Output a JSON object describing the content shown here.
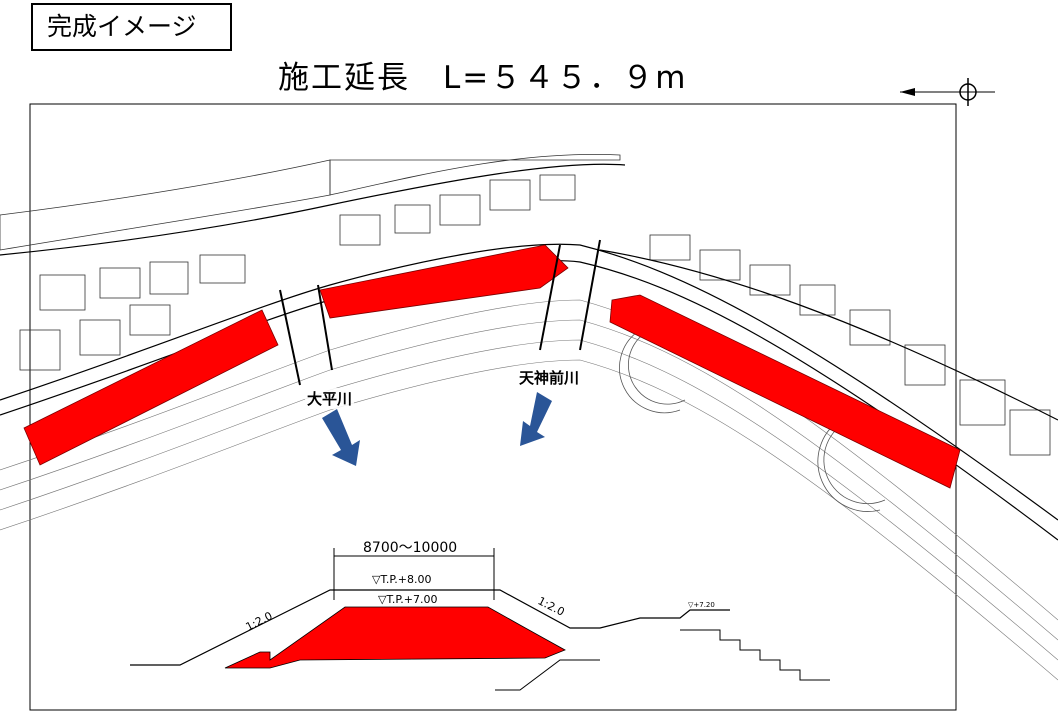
{
  "header": {
    "image_label": "完成イメージ",
    "title": "施工延長　L=５４５．９m"
  },
  "rivers": {
    "left": "大平川",
    "right": "天神前川"
  },
  "section": {
    "width_dimension": "8700～10000",
    "level_top": "▽T.P.+8.00",
    "level_mid": "▽T.P.+7.00",
    "slope_left": "1:2.0",
    "slope_right": "1:2.0",
    "level_right": "▽+7.20"
  },
  "colors": {
    "construction_red": "#ff0000",
    "arrow_blue": "#2a5597",
    "line": "#000000"
  }
}
